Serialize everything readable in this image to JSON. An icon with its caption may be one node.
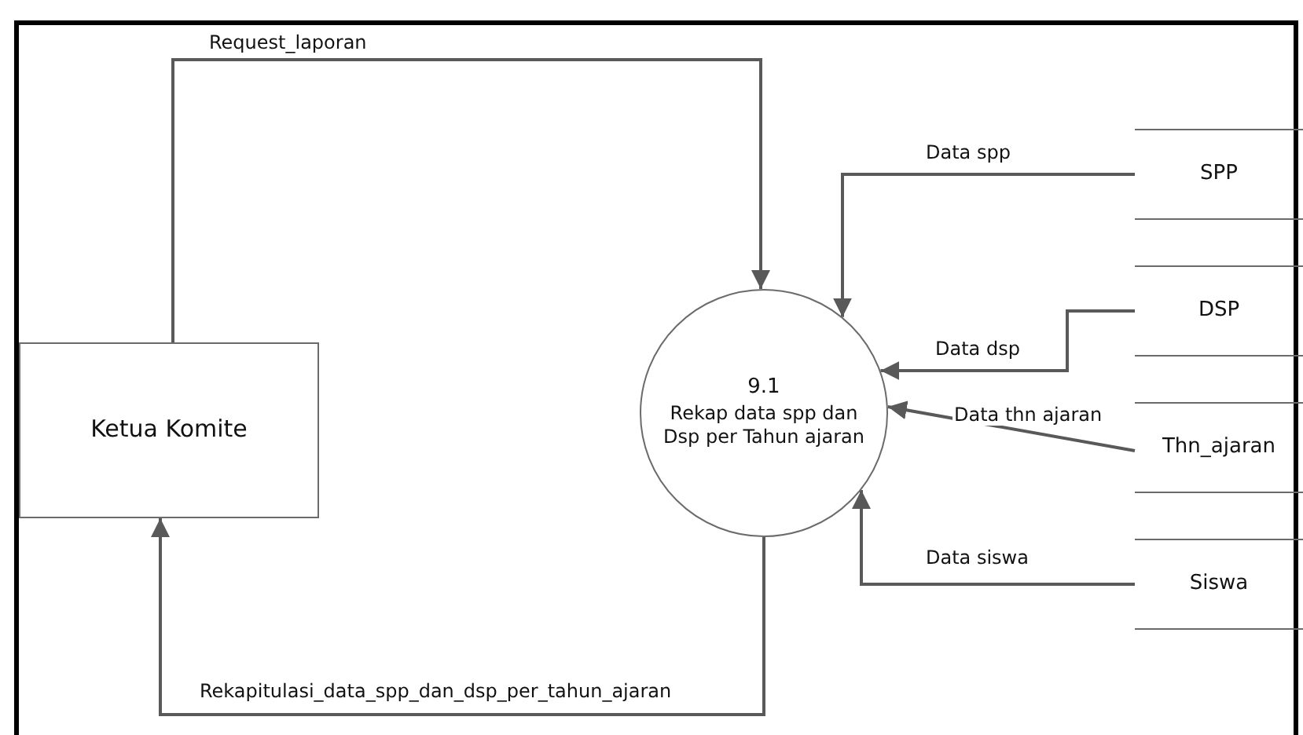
{
  "diagram": {
    "nodes": [
      {
        "text": [
          "Ketua Komite"
        ]
      },
      {
        "text": [
          "9.1",
          "Rekap data spp dan Dsp per Tahun ajaran"
        ]
      },
      {
        "text": [
          "SPP"
        ]
      },
      {
        "text": [
          "DSP"
        ]
      },
      {
        "text": [
          "Thn_ajaran"
        ]
      },
      {
        "text": [
          "Siswa"
        ]
      }
    ],
    "edges": [
      {
        "from": 0,
        "to": 1,
        "arrow": "to",
        "label": "Request_laporan"
      },
      {
        "from": 2,
        "to": 1,
        "arrow": "to",
        "label": "Data spp"
      },
      {
        "from": 3,
        "to": 1,
        "arrow": "to",
        "label": "Data dsp"
      },
      {
        "from": 4,
        "to": 1,
        "arrow": "to",
        "label": "Data thn ajaran"
      },
      {
        "from": 5,
        "to": 1,
        "arrow": "to",
        "label": "Data siswa"
      },
      {
        "from": 1,
        "to": 0,
        "arrow": "to",
        "label": "Rekapitulasi_data_spp_dan_dsp_per_tahun_ajaran"
      }
    ]
  }
}
